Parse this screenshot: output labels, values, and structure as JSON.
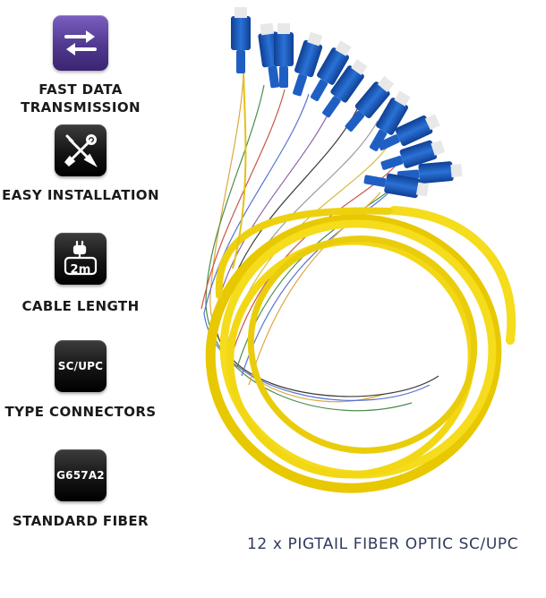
{
  "features": [
    {
      "icon": "swap-arrows-icon",
      "lines": [
        "FAST DATA",
        "TRANSMISSION"
      ],
      "badge_color": "#50388f"
    },
    {
      "icon": "wrench-screwdriver-icon",
      "lines": [
        "EASY INSTALLATION"
      ],
      "badge_color": "#141414"
    },
    {
      "icon": "cable-plug-icon",
      "badge_text": "2m",
      "lines": [
        "CABLE LENGTH"
      ],
      "badge_color": "#141414"
    },
    {
      "icon": "connector-type-badge",
      "badge_text": "SC/UPC",
      "lines": [
        "TYPE CONNECTORS"
      ],
      "badge_color": "#141414"
    },
    {
      "icon": "fiber-standard-badge",
      "badge_text": "G657A2",
      "lines": [
        "STANDARD FIBER"
      ],
      "badge_color": "#141414"
    }
  ],
  "product": {
    "title": "12 x PIGTAIL FIBER OPTIC SC/UPC",
    "title_color": "#2f3a5c",
    "cable_color": "#f2d714",
    "connector_color": "#1f5fc4"
  }
}
